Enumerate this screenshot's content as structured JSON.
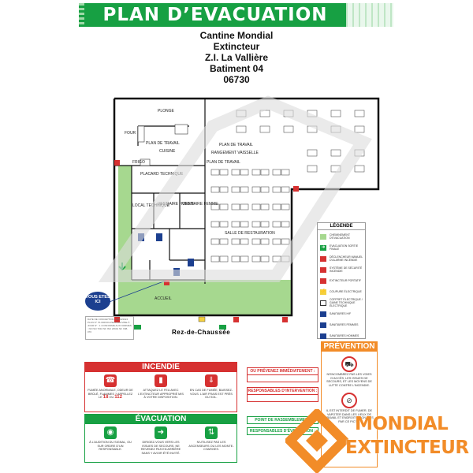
{
  "header": {
    "title": "PLAN  D’EVACUATION",
    "site_name": "Cantine Mondial",
    "company": "Extincteur",
    "area": "Z.I. La Vallière",
    "building": "Batiment 04",
    "postcode": "06730"
  },
  "plan": {
    "floor_label": "Rez-de-Chaussée",
    "you_are_here": "VOUS ETES ICI",
    "rooms": {
      "plonge": "PLONGE",
      "four": "FOUR",
      "plan_travail_1": "PLAN DE TRAVAIL",
      "cuisine": "CUISINE",
      "plan_travail_2": "PLAN DE TRAVAIL",
      "rangement": "RANGEMENT VAISSELLE",
      "frigo": "FRIGO",
      "plan_travail_3": "PLAN DE TRAVAIL",
      "placard": "PLACARD TECHNIQUE",
      "local_technique": "LOCAL TECHNIQUE",
      "vestiaire_homme": "VESTIAIRE HOMME",
      "vestiaire_femme": "VESTIAIRE FEMME",
      "salle": "SALLE DE RESTAURATION",
      "accueil": "ACCUEIL"
    },
    "info_text": "DATE DE CONCEPTION : 21/06/2024 PLAN N° 70-0029/01-PEF4.102 MISE À JOUR N° : 1 CONFORME AUX NORMES : NF ISO 7010 NF ISO 23601 NF X08-070"
  },
  "legend": {
    "title": "LÉGENDE",
    "items": [
      "CHEMINEMENT D’EVACUATION",
      "EVACUATION SORTIE FINALE",
      "DÉCLENCHEUR MANUEL D’ALARME INCENDIE",
      "SYSTÈME DE SÉCURITÉ INCENDIE",
      "EXTINCTEUR PORTATIF",
      "COUPURE ÉLECTRIQUE",
      "COFFRET ÉLECTRIQUE / GAINE TECHNIQUE ÉLECTRIQUE",
      "SANITAIRES H/F",
      "SANITAIRES FEMMES",
      "SANITAIRES HOMMES"
    ]
  },
  "incendie": {
    "title": "INCENDIE",
    "steps": [
      {
        "text": "FUMÉE ANORMALE, ODEUR DE BRÛLÉ, FLAMMES ? APPELLEZ LE",
        "num1": "18",
        "sep": "OU",
        "num2": "112"
      },
      {
        "text": "ATTAQUEZ LE FEU AVEC L’EXTINCTEUR APPROPRIÉ MIS À VOTRE DISPOSITION."
      },
      {
        "text": "EN CAS DE FUMÉE, BAISSEZ-VOUS. L’AIR FRAIS EST PRÈS DU SOL."
      }
    ]
  },
  "evacuation": {
    "title": "ÉVACUATION",
    "steps": [
      {
        "text": "À L’AUDITION DU SIGNAL, OU SUR ORDRE D’UN RESPONSABLE."
      },
      {
        "text": "DIRIGEZ-VOUS VERS LES ISSUES DE SECOURS, NE REVENEZ PAS EN ARRIÈRE SANS Y AVOIR ÉTÉ INVITÉ."
      },
      {
        "text": "N’UTILISEZ PAS LES ASCENSEURS OU LES MONTE-CHARGES."
      }
    ]
  },
  "contacts": {
    "who_immediately": "OU PRÉVENEZ IMMÉDIATEMENT :",
    "responsables": "RESPONSABLES D’INTERVENTION :",
    "point_rassemblement": "POINT DE RASSEMBLEMENT",
    "responsables_evac": "RESPONSABLES D’ÉVACUATION :"
  },
  "prevention": {
    "title": "PRÉVENTION",
    "items": [
      "N’ENCOMBREZ PAS LES VOIES D’ACCÈS, LES ISSUES DE SECOURS, ET LES MOYENS DE LUTTE CONTRE L’INCENDIE.",
      "IL EST INTERDIT DE FUMER, DE VAPOTER DANS LES LIEUX DE TRAVAIL ET ENDROITS SIGNALÉS PAR CE PICTO."
    ]
  },
  "brand": {
    "line1": "MONDIAL",
    "line2": "EXTINCTEUR"
  },
  "colors": {
    "green": "#17a043",
    "red": "#d63131",
    "orange": "#f28c28",
    "blue": "#1c3f8f",
    "route_green": "#a6d88f"
  }
}
